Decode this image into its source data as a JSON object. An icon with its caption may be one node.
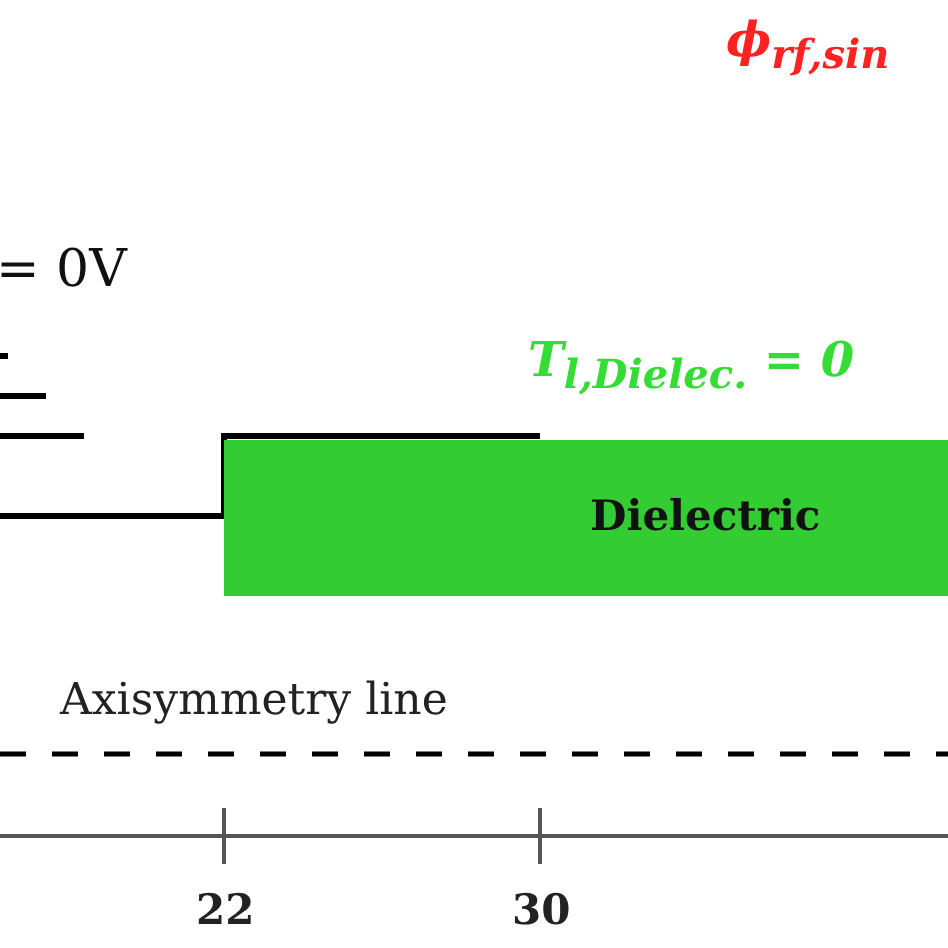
{
  "diagram": {
    "nodes": [
      {
        "text": [
          "Dielectric"
        ]
      }
    ],
    "labels": [
      "ϕ$_{rf,sin}$",
      "= 0V",
      "T$_{l,Dielec.}$ = 0",
      "Axisymmetry line",
      "22",
      "30"
    ]
  }
}
